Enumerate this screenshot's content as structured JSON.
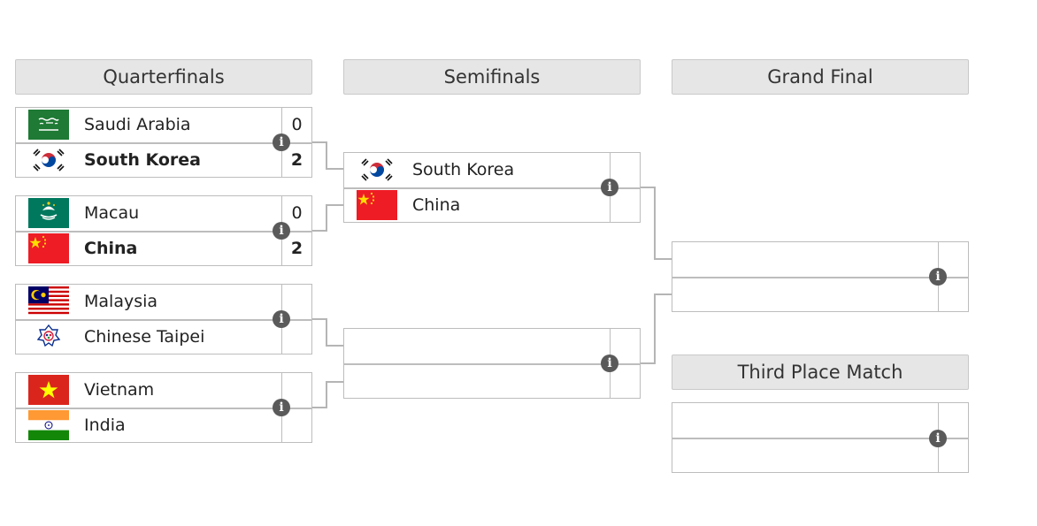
{
  "rounds": {
    "quarterfinals": "Quarterfinals",
    "semifinals": "Semifinals",
    "grand_final": "Grand Final",
    "third_place": "Third Place Match"
  },
  "info_glyph": "i",
  "info_icon": "info-circle-icon",
  "quarterfinals": [
    {
      "team1": {
        "name": "Saudi Arabia",
        "score": "0",
        "flag": "saudi-arabia-flag-icon"
      },
      "team2": {
        "name": "South Korea",
        "score": "2",
        "flag": "south-korea-flag-icon",
        "winner": true
      }
    },
    {
      "team1": {
        "name": "Macau",
        "score": "0",
        "flag": "macau-flag-icon"
      },
      "team2": {
        "name": "China",
        "score": "2",
        "flag": "china-flag-icon",
        "winner": true
      }
    },
    {
      "team1": {
        "name": "Malaysia",
        "score": "",
        "flag": "malaysia-flag-icon"
      },
      "team2": {
        "name": "Chinese Taipei",
        "score": "",
        "flag": "chinese-taipei-flag-icon"
      }
    },
    {
      "team1": {
        "name": "Vietnam",
        "score": "",
        "flag": "vietnam-flag-icon"
      },
      "team2": {
        "name": "India",
        "score": "",
        "flag": "india-flag-icon"
      }
    }
  ],
  "semifinals": [
    {
      "team1": {
        "name": "South Korea",
        "score": "",
        "flag": "south-korea-flag-icon"
      },
      "team2": {
        "name": "China",
        "score": "",
        "flag": "china-flag-icon"
      }
    },
    {
      "team1": {
        "name": "",
        "score": ""
      },
      "team2": {
        "name": "",
        "score": ""
      }
    }
  ],
  "grand_final": {
    "team1": {
      "name": "",
      "score": ""
    },
    "team2": {
      "name": "",
      "score": ""
    }
  },
  "third_place": {
    "team1": {
      "name": "",
      "score": ""
    },
    "team2": {
      "name": "",
      "score": ""
    }
  },
  "colors": {
    "header_bg": "#e6e6e6",
    "border": "#bdbdbd",
    "info_bg": "#5a5a5a",
    "connector": "#b5b5b5"
  }
}
